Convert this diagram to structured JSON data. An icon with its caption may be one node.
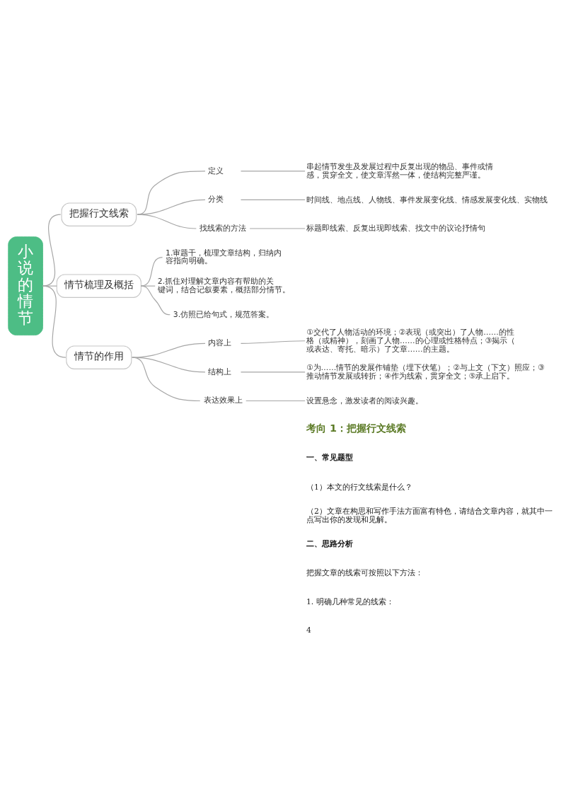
{
  "diagram": {
    "nodes": [
      {
        "text": [
          "小说的情节"
        ]
      },
      {
        "text": [
          "把握行文线索"
        ]
      },
      {
        "text": [
          "定义"
        ]
      },
      {
        "text": [
          "串起情节发生及发展过程中反复出现的物品、事件或情感，贯穿全文，使文章浑然一体，使结构完整严谨。"
        ]
      },
      {
        "text": [
          "分类"
        ]
      },
      {
        "text": [
          "时间线、地点线、人物线、事件发展变化线、情感发展变化线、实物线"
        ]
      },
      {
        "text": [
          "找线索的方法"
        ]
      },
      {
        "text": [
          "标题即线索、反复出现即线索、找文中的议论抒情句"
        ]
      },
      {
        "text": [
          "情节梳理及概括"
        ]
      },
      {
        "text": [
          "1.审题干，梳理文章结构，归纳内容指向明确。"
        ]
      },
      {
        "text": [
          "2.抓住对理解文章内容有帮助的关键词，结合记叙要素，概括部分情节。"
        ]
      },
      {
        "text": [
          "3.仿照已给句式，规范答案。"
        ]
      },
      {
        "text": [
          "情节的作用"
        ]
      },
      {
        "text": [
          "内容上"
        ]
      },
      {
        "text": [
          "①交代了人物活动的环境；②表现（或突出）了人物……的性格（或精神），刻画了人物……的心理或性格特点；③揭示（或表达、寄托、暗示）了文章……的主题。"
        ]
      },
      {
        "text": [
          "结构上"
        ]
      },
      {
        "text": [
          "①为……情节的发展作铺垫（埋下伏笔）；②与上文（下文）照应；③推动情节发展或转折；④作为线索，贯穿全文；⑤承上启下。"
        ]
      },
      {
        "text": [
          "表达效果上"
        ]
      },
      {
        "text": [
          "设置悬念，激发读者的阅读兴趣。"
        ]
      }
    ],
    "edges": [
      {
        "from": 0,
        "to": 1,
        "arrow": "none"
      },
      {
        "from": 1,
        "to": 2,
        "arrow": "none"
      },
      {
        "from": 2,
        "to": 3,
        "arrow": "none"
      },
      {
        "from": 1,
        "to": 4,
        "arrow": "none"
      },
      {
        "from": 4,
        "to": 5,
        "arrow": "none"
      },
      {
        "from": 1,
        "to": 6,
        "arrow": "none"
      },
      {
        "from": 6,
        "to": 7,
        "arrow": "none"
      },
      {
        "from": 0,
        "to": 8,
        "arrow": "none"
      },
      {
        "from": 8,
        "to": 9,
        "arrow": "none"
      },
      {
        "from": 8,
        "to": 10,
        "arrow": "none"
      },
      {
        "from": 8,
        "to": 11,
        "arrow": "none"
      },
      {
        "from": 0,
        "to": 12,
        "arrow": "none"
      },
      {
        "from": 12,
        "to": 13,
        "arrow": "none"
      },
      {
        "from": 13,
        "to": 14,
        "arrow": "none"
      },
      {
        "from": 12,
        "to": 15,
        "arrow": "none"
      },
      {
        "from": 15,
        "to": 16,
        "arrow": "none"
      },
      {
        "from": 12,
        "to": 17,
        "arrow": "none"
      },
      {
        "from": 17,
        "to": 18,
        "arrow": "none"
      }
    ],
    "labels": [
      "考向 1：把握行文线索",
      "一、常见题型",
      "（1）本文的行文线索是什么？",
      "（2）文章在构思和写作手法方面富有特色，请结合文章内容，就其中一点写出你的发现和见解。",
      "二、思路分析",
      "把握文章的线索可按照以下方法：",
      "1. 明确几种常见的线索：",
      "4"
    ]
  }
}
